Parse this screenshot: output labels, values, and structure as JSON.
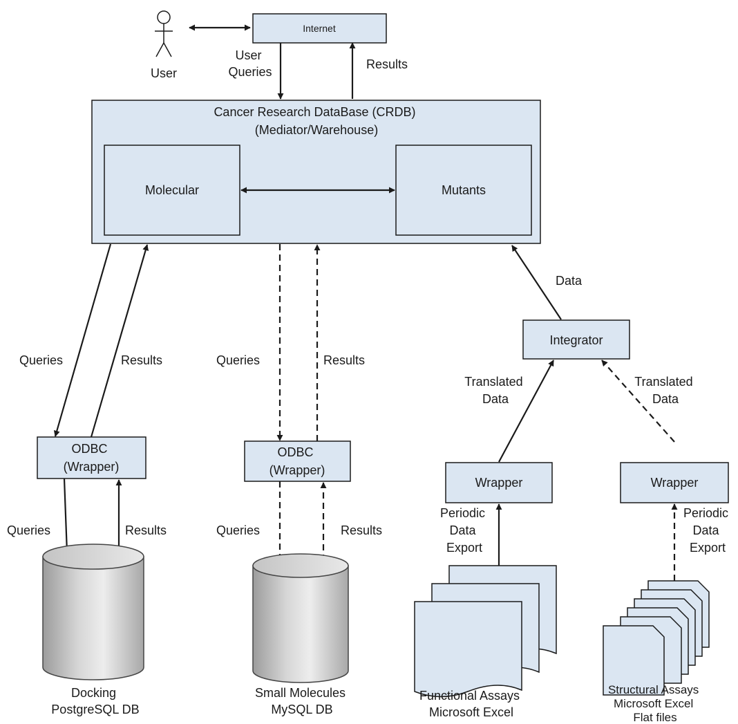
{
  "user": {
    "label": "User"
  },
  "internet": {
    "label": "Internet"
  },
  "top_links": {
    "user_queries": [
      "User",
      "Queries"
    ],
    "results": "Results"
  },
  "crdb": {
    "title_lines": [
      "Cancer Research DataBase (CRDB)",
      "(Mediator/Warehouse)"
    ],
    "molecular": "Molecular",
    "mutants": "Mutants"
  },
  "left_column": {
    "queries_upper": "Queries",
    "results_upper": "Results",
    "odbc_lines": [
      "ODBC",
      "(Wrapper)"
    ],
    "queries_lower": "Queries",
    "results_lower": "Results",
    "db_lines": [
      "Docking",
      "PostgreSQL DB"
    ]
  },
  "middle_column": {
    "queries_upper": "Queries",
    "results_upper": "Results",
    "odbc_lines": [
      "ODBC",
      "(Wrapper)"
    ],
    "queries_lower": "Queries",
    "results_lower": "Results",
    "db_lines": [
      "Small Molecules",
      "MySQL DB"
    ]
  },
  "right_column": {
    "data_label": "Data",
    "integrator": "Integrator",
    "translated_left": [
      "Translated",
      "Data"
    ],
    "translated_right": [
      "Translated",
      "Data"
    ],
    "wrapper_left": "Wrapper",
    "wrapper_right": "Wrapper",
    "export_left": [
      "Periodic",
      "Data",
      "Export"
    ],
    "export_right": [
      "Periodic",
      "Data",
      "Export"
    ],
    "source_left": [
      "Functional Assays",
      "Microsoft Excel"
    ],
    "source_right": [
      "Structural Assays",
      "Microsoft Excel",
      "Flat files"
    ]
  }
}
